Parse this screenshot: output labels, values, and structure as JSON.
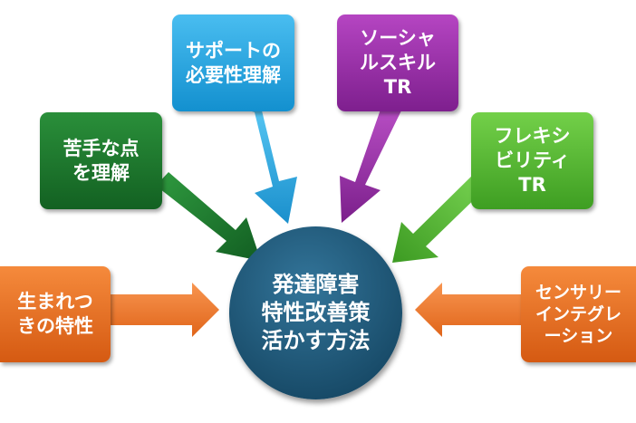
{
  "center": {
    "label": "発達障害\n特性改善策\n活かす方法",
    "color_top": "#33759a",
    "color_bottom": "#0f3d58"
  },
  "nodes": [
    {
      "id": "support",
      "label": "サポートの\n必要性理解",
      "color_top": "#49bdf0",
      "color_bottom": "#1390cf"
    },
    {
      "id": "social",
      "label": "ソーシャ\nルスキル\nTR",
      "color_top": "#b545c2",
      "color_bottom": "#7e1f8e"
    },
    {
      "id": "weakness",
      "label": "苦手な点\nを理解",
      "color_top": "#2a8f3a",
      "color_bottom": "#136122"
    },
    {
      "id": "flexible",
      "label": "フレキシ\nビリティ\nTR",
      "color_top": "#73d049",
      "color_bottom": "#3e9e22"
    },
    {
      "id": "innate",
      "label": "生まれつ\nきの特性",
      "color_top": "#f58a3c",
      "color_bottom": "#d55a12"
    },
    {
      "id": "sensory",
      "label": "センサリー\nインテグレ\nーション",
      "color_top": "#f58a3c",
      "color_bottom": "#d55a12"
    }
  ]
}
